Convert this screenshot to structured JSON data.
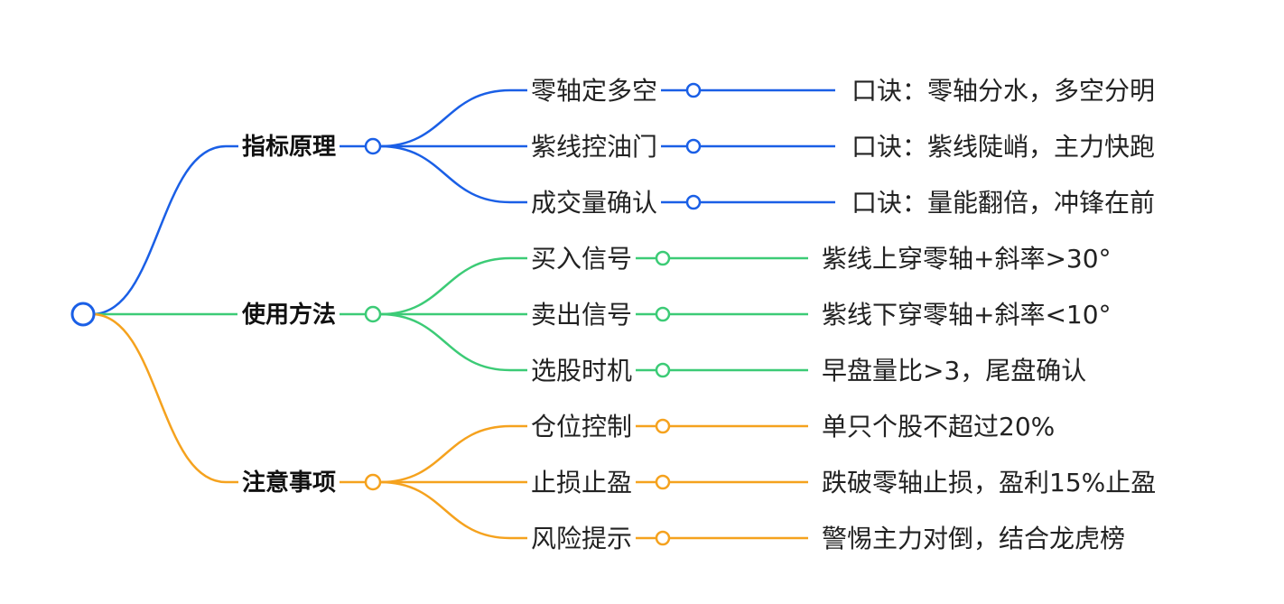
{
  "colors": {
    "blue": "#1a5fe6",
    "green": "#3ccb76",
    "orange": "#f5a21e",
    "root": "#1a5fe6"
  },
  "branches": [
    {
      "label": "指标原理",
      "color": "blue",
      "children": [
        {
          "label": "零轴定多空",
          "leaf": "口诀：零轴分水，多空分明"
        },
        {
          "label": "紫线控油门",
          "leaf": "口诀：紫线陡峭，主力快跑"
        },
        {
          "label": "成交量确认",
          "leaf": "口诀：量能翻倍，冲锋在前"
        }
      ]
    },
    {
      "label": "使用方法",
      "color": "green",
      "children": [
        {
          "label": "买入信号",
          "leaf": "紫线上穿零轴+斜率>30°"
        },
        {
          "label": "卖出信号",
          "leaf": "紫线下穿零轴+斜率<10°"
        },
        {
          "label": "选股时机",
          "leaf": "早盘量比>3，尾盘确认"
        }
      ]
    },
    {
      "label": "注意事项",
      "color": "orange",
      "children": [
        {
          "label": "仓位控制",
          "leaf": "单只个股不超过20%"
        },
        {
          "label": "止损止盈",
          "leaf": "跌破零轴止损，盈利15%止盈"
        },
        {
          "label": "风险提示",
          "leaf": "警惕主力对倒，结合龙虎榜"
        }
      ]
    }
  ]
}
